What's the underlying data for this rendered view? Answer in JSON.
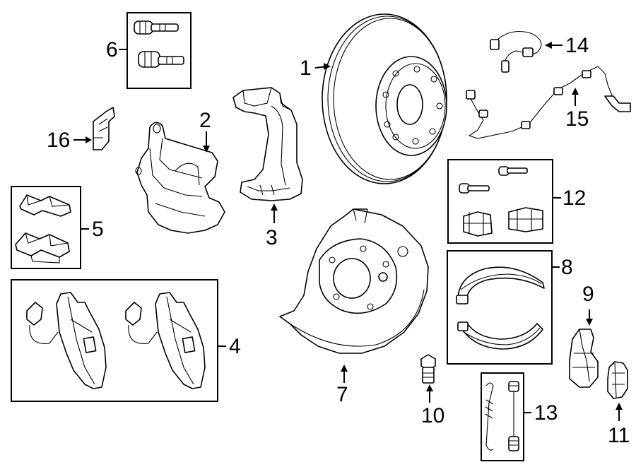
{
  "callouts": [
    {
      "id": "1",
      "text": "1",
      "part": "brake rotor"
    },
    {
      "id": "2",
      "text": "2",
      "part": "caliper"
    },
    {
      "id": "3",
      "text": "3",
      "part": "caliper bracket"
    },
    {
      "id": "4",
      "text": "4",
      "part": "brake pads"
    },
    {
      "id": "5",
      "text": "5",
      "part": "pad clips"
    },
    {
      "id": "6",
      "text": "6",
      "part": "guide pins"
    },
    {
      "id": "7",
      "text": "7",
      "part": "splash shield"
    },
    {
      "id": "8",
      "text": "8",
      "part": "parking brake shoes"
    },
    {
      "id": "9",
      "text": "9",
      "part": "bracket"
    },
    {
      "id": "10",
      "text": "10",
      "part": "bleeder screw"
    },
    {
      "id": "11",
      "text": "11",
      "part": "adjuster"
    },
    {
      "id": "12",
      "text": "12",
      "part": "hardware kit"
    },
    {
      "id": "13",
      "text": "13",
      "part": "springs"
    },
    {
      "id": "14",
      "text": "14",
      "part": "wear sensor"
    },
    {
      "id": "15",
      "text": "15",
      "part": "abs sensor"
    },
    {
      "id": "16",
      "text": "16",
      "part": "clip"
    }
  ]
}
